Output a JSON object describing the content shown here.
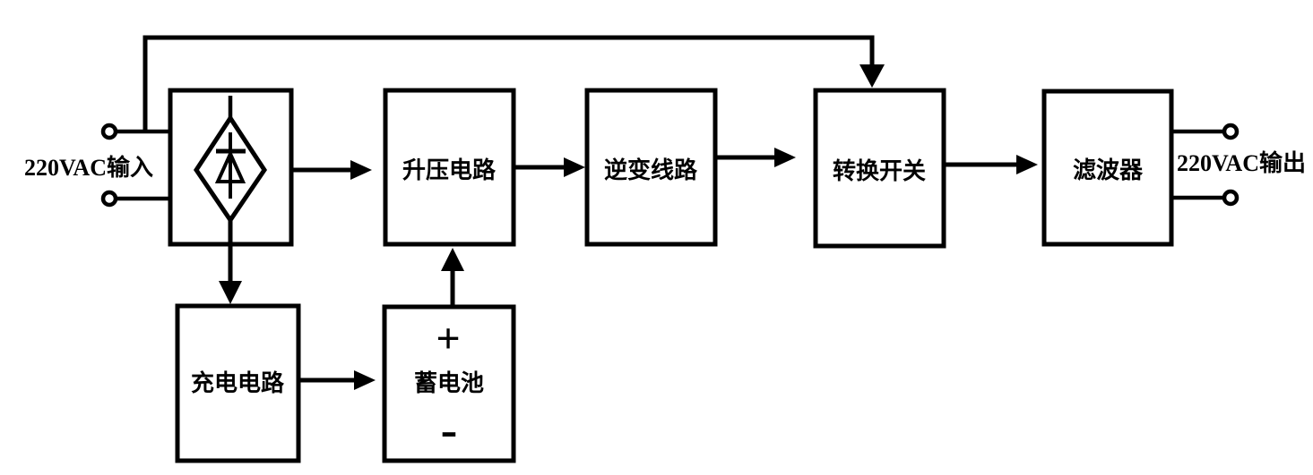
{
  "diagram": {
    "kind": "block-diagram",
    "colors": {
      "line": "#000000",
      "background": "#ffffff"
    },
    "io": {
      "input_label": "220VAC输入",
      "output_label": "220VAC输出"
    },
    "blocks": {
      "rectifier": {
        "label": "",
        "icon": "diode-bridge-icon"
      },
      "boost": {
        "label": "升压电路"
      },
      "inverter": {
        "label": "逆变线路"
      },
      "transfer": {
        "label": "转换开关"
      },
      "filter": {
        "label": "滤波器"
      },
      "charger": {
        "label": "充电电路"
      },
      "battery": {
        "label": "蓄电池",
        "plus": "+",
        "minus": "-"
      }
    },
    "connections": [
      "input -> rectifier",
      "rectifier -> boost",
      "boost -> inverter",
      "inverter -> transfer",
      "transfer -> filter",
      "filter -> output",
      "input-bypass -> transfer (top)",
      "rectifier -> charger (down)",
      "charger -> battery",
      "battery -> boost (up)"
    ]
  }
}
